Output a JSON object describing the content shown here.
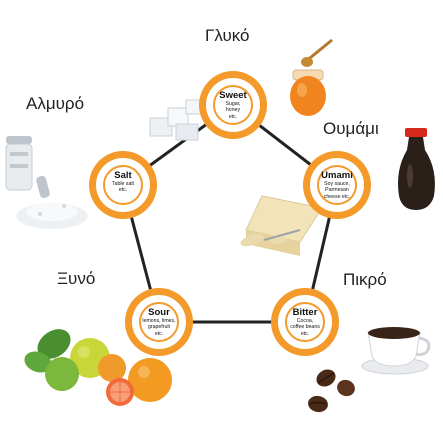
{
  "colors": {
    "ring": "#f39a2b",
    "spoke": "#222222",
    "inner": "#ffffff"
  },
  "greek_labels": {
    "sweet": "Γλυκό",
    "umami": "Ουμάμι",
    "bitter": "Πικρό",
    "sour": "Ξυνό",
    "salt": "Αλμυρό"
  },
  "tastes": {
    "sweet": {
      "title": "Sweet",
      "desc": [
        "Sugar,",
        "honey",
        "etc."
      ]
    },
    "umami": {
      "title": "Umami",
      "desc": [
        "Soy sauce,",
        "Parmesan",
        "cheese etc."
      ]
    },
    "bitter": {
      "title": "Bitter",
      "desc": [
        "Cocoa,",
        "coffee beans",
        "etc."
      ]
    },
    "sour": {
      "title": "Sour",
      "desc": [
        "lemons, limes,",
        "grapefruit",
        "etc."
      ]
    },
    "salt": {
      "title": "Salt",
      "desc": [
        "Table salt",
        "etc."
      ]
    }
  },
  "icons": {
    "sweet": "honey-jar-and-sugar-cubes",
    "umami": "soy-sauce-bottle-and-parmesan",
    "bitter": "coffee-cup-and-beans",
    "sour": "citrus-fruits",
    "salt": "salt-shaker-and-salt-pile"
  }
}
